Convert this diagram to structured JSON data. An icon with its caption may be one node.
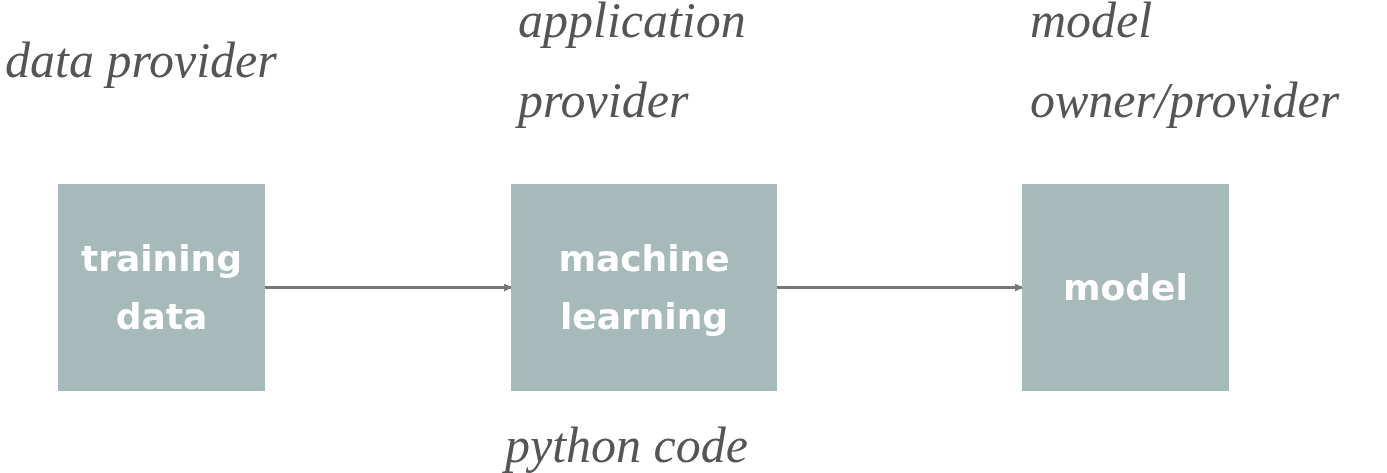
{
  "diagram": {
    "nodes": [
      {
        "text": [
          "data provider",
          "training data"
        ]
      },
      {
        "text": [
          "application provider",
          "machine learning"
        ],
        "beside": [
          "python code"
        ]
      },
      {
        "text": [
          "model owner/provider",
          "model"
        ]
      }
    ],
    "edges": [
      {
        "from": 0,
        "to": 1,
        "arrow": "to"
      },
      {
        "from": 1,
        "to": 2,
        "arrow": "to"
      }
    ]
  }
}
